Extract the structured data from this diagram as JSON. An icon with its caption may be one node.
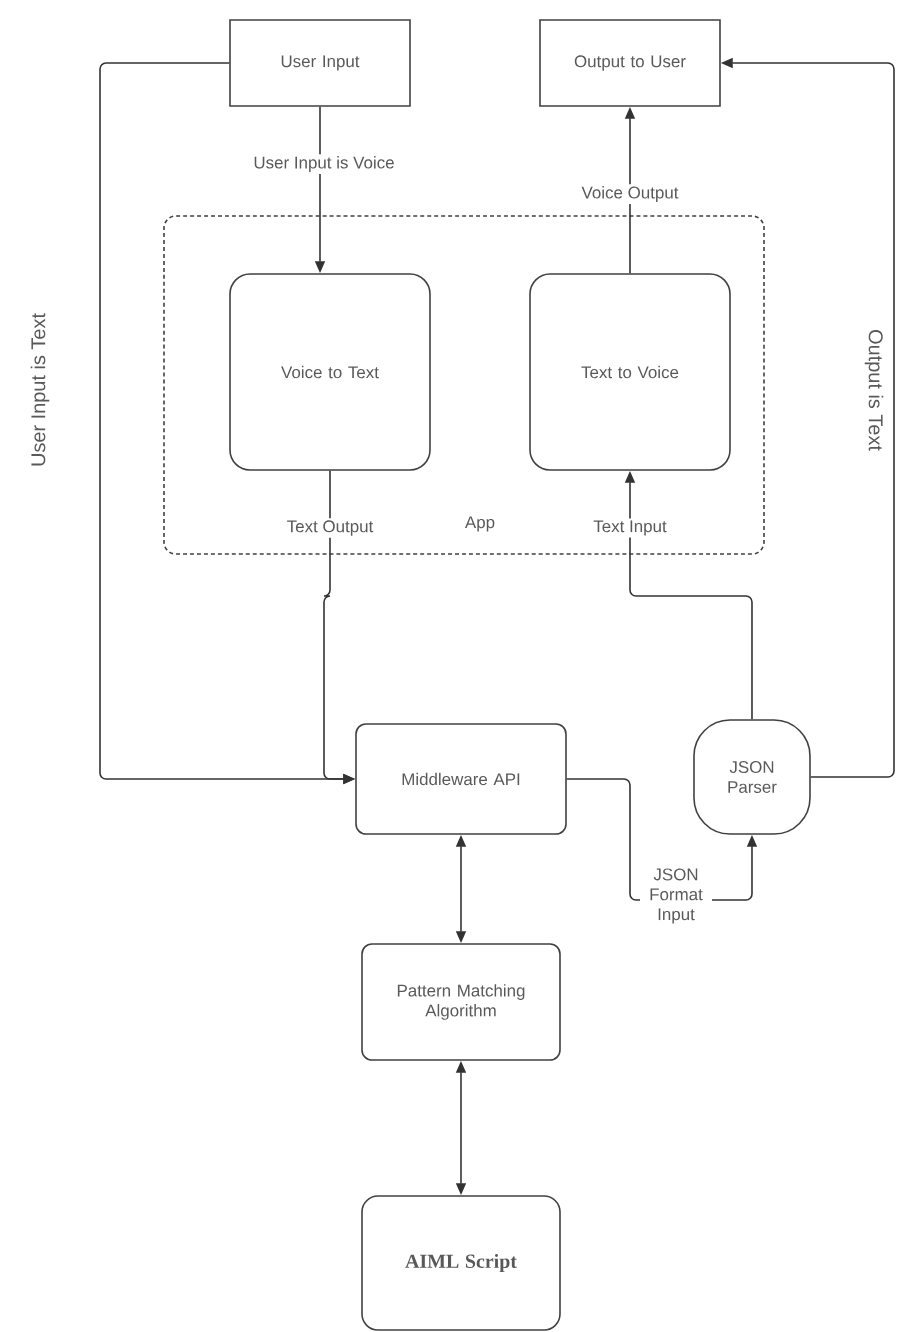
{
  "diagram": {
    "nodes": [
      {
        "text": [
          "User Input"
        ]
      },
      {
        "text": [
          "Output to User"
        ]
      },
      {
        "text": [
          "App"
        ]
      },
      {
        "text": [
          "Voice to Text"
        ],
        "in": 2
      },
      {
        "text": [
          "Text to Voice"
        ],
        "in": 2
      },
      {
        "text": [
          "Middleware API"
        ]
      },
      {
        "text": [
          "JSON Parser"
        ]
      },
      {
        "text": [
          "Pattern Matching Algorithm"
        ]
      },
      {
        "text": [
          "AIML Script"
        ]
      }
    ],
    "edges": [
      {
        "from": 0,
        "to": 3,
        "arrow": "to",
        "label": "User Input is Voice"
      },
      {
        "from": 4,
        "to": 1,
        "arrow": "to",
        "label": "Voice Output"
      },
      {
        "from": 3,
        "to": 5,
        "arrow": "to",
        "label": "Text Output"
      },
      {
        "from": 6,
        "to": 4,
        "arrow": "to",
        "label": "Text Input"
      },
      {
        "from": 0,
        "to": 5,
        "arrow": "to",
        "label": "User Input is Text"
      },
      {
        "from": 6,
        "to": 1,
        "arrow": "to",
        "label": "Output is Text"
      },
      {
        "from": 5,
        "to": 6,
        "arrow": "to",
        "label": "JSON Format Input"
      },
      {
        "from": 5,
        "to": 7,
        "arrow": "both"
      },
      {
        "from": 7,
        "to": 8,
        "arrow": "both"
      }
    ]
  }
}
